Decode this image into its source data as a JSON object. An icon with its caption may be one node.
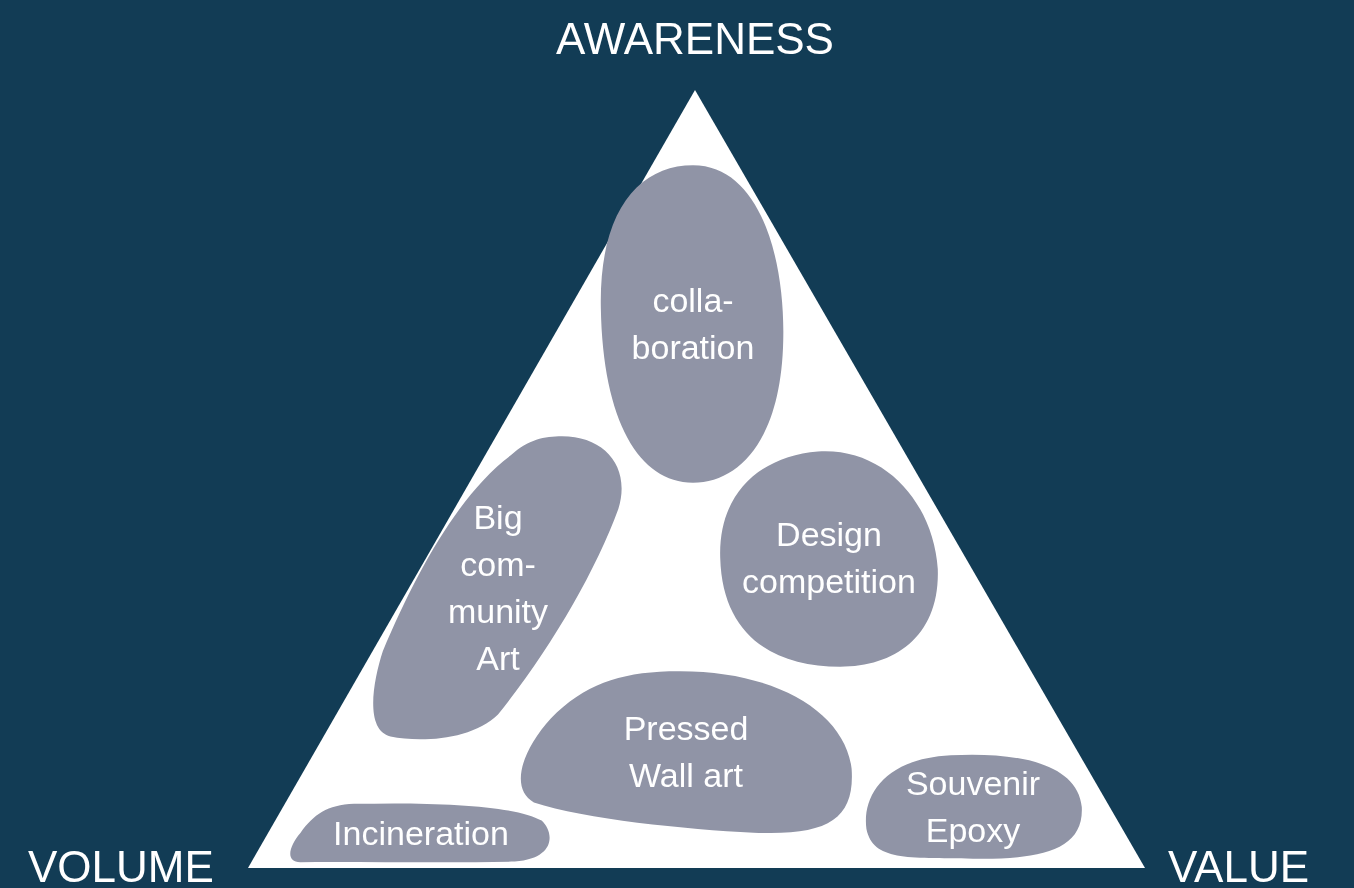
{
  "diagram": {
    "nodes": [
      {
        "text": [
          "colla- boration"
        ]
      },
      {
        "text": [
          "Big com- munity Art"
        ]
      },
      {
        "text": [
          "Design competition"
        ]
      },
      {
        "text": [
          "Pressed Wall art"
        ]
      },
      {
        "text": [
          "Souvenir Epoxy"
        ]
      },
      {
        "text": [
          "Incineration"
        ]
      }
    ],
    "edges": [],
    "labels": [
      "AWARENESS",
      "VOLUME",
      "VALUE"
    ]
  }
}
